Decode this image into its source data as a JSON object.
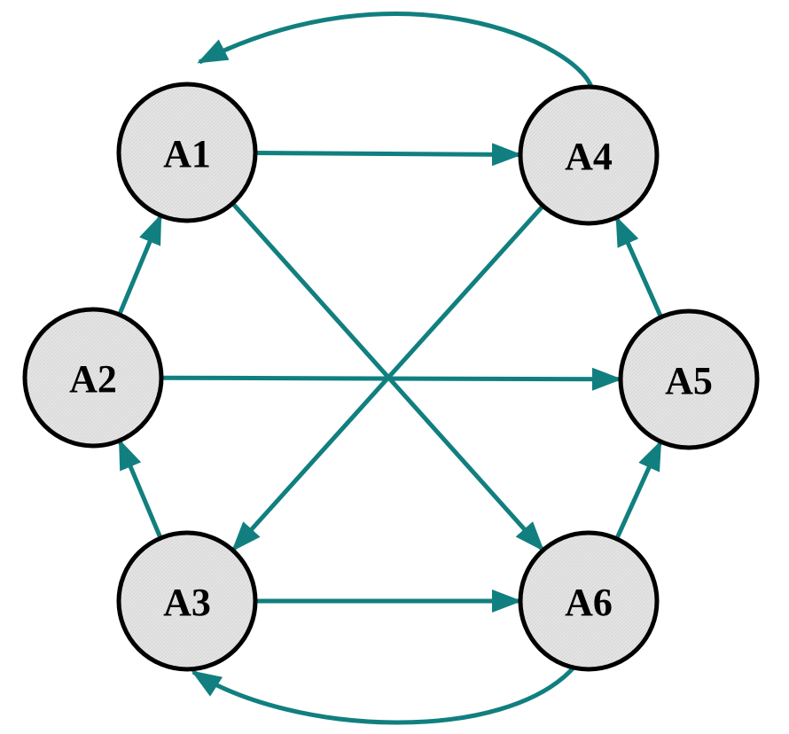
{
  "colors": {
    "edge": "#117f7f",
    "node_fill": "#e4e4e4",
    "node_stroke": "#000000",
    "background": "#ffffff"
  },
  "nodes": [
    {
      "id": "A1",
      "label": "A1"
    },
    {
      "id": "A2",
      "label": "A2"
    },
    {
      "id": "A3",
      "label": "A3"
    },
    {
      "id": "A4",
      "label": "A4"
    },
    {
      "id": "A5",
      "label": "A5"
    },
    {
      "id": "A6",
      "label": "A6"
    }
  ],
  "edges": [
    {
      "from": "A1",
      "to": "A4"
    },
    {
      "from": "A1",
      "to": "A6"
    },
    {
      "from": "A2",
      "to": "A1"
    },
    {
      "from": "A2",
      "to": "A5"
    },
    {
      "from": "A3",
      "to": "A2"
    },
    {
      "from": "A3",
      "to": "A6"
    },
    {
      "from": "A4",
      "to": "A1"
    },
    {
      "from": "A4",
      "to": "A3"
    },
    {
      "from": "A5",
      "to": "A4"
    },
    {
      "from": "A6",
      "to": "A5"
    },
    {
      "from": "A6",
      "to": "A3"
    }
  ]
}
